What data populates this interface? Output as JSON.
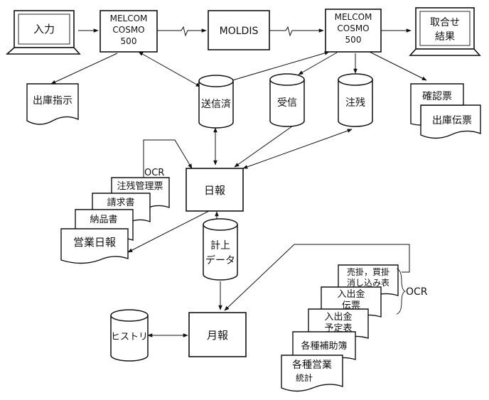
{
  "nodes": {
    "input": "入力",
    "melcom_left": [
      "MELCOM",
      "COSMO",
      "500"
    ],
    "moldis": "MOLDIS",
    "melcom_right": [
      "MELCOM",
      "COSMO",
      "500"
    ],
    "result": [
      "取合せ",
      "結果"
    ],
    "shipping_instruction": "出庫指示",
    "sent_done": "送信済",
    "received": "受信",
    "order_backlog": "注残",
    "confirmation_slip": "確認票",
    "shipping_slip": "出庫伝票",
    "daily_report": "日報",
    "ocr_top": "OCR",
    "order_backlog_mgmt": "注残管理票",
    "invoice": "請求書",
    "delivery_slip": "納品書",
    "business_daily": "営業日報",
    "posted_data": [
      "計上",
      "データ"
    ],
    "monthly_report": "月報",
    "history": "ヒストリ",
    "receivable_payable": [
      "売掛，買掛",
      "消し込み表"
    ],
    "cash_slip": [
      "入出金",
      "伝票"
    ],
    "cash_schedule": [
      "入出金",
      "予定表"
    ],
    "aux_ledgers": "各種補助簿",
    "business_stats": [
      "各種営業",
      "統計"
    ],
    "ocr_right": "OCR"
  }
}
